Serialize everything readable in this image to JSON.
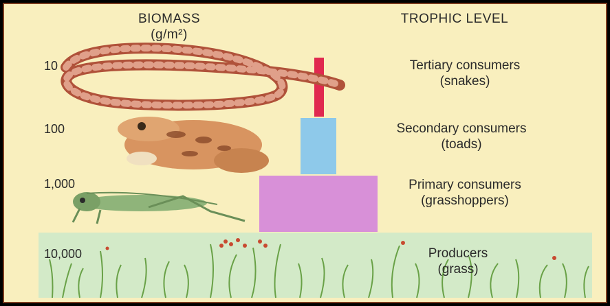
{
  "headers": {
    "biomass_line1": "BIOMASS",
    "biomass_line2": "(g/m²)",
    "trophic": "TROPHIC LEVEL"
  },
  "levels": [
    {
      "biomass": "10",
      "name": "Tertiary consumers",
      "example": "(snakes)",
      "color": "#e0294f",
      "organism": "snake-illustration"
    },
    {
      "biomass": "100",
      "name": "Secondary consumers",
      "example": "(toads)",
      "color": "#8ec9ea",
      "organism": "toad-illustration"
    },
    {
      "biomass": "1,000",
      "name": "Primary consumers",
      "example": "(grasshoppers)",
      "color": "#d890d8",
      "organism": "grasshopper-illustration"
    },
    {
      "biomass": "10,000",
      "name": "Producers",
      "example": "(grass)",
      "color": "#cfe8c4",
      "organism": "grass-illustration"
    }
  ],
  "colors": {
    "background": "#f9efbe",
    "border": "#7a3b1e",
    "frame": "#000000"
  }
}
